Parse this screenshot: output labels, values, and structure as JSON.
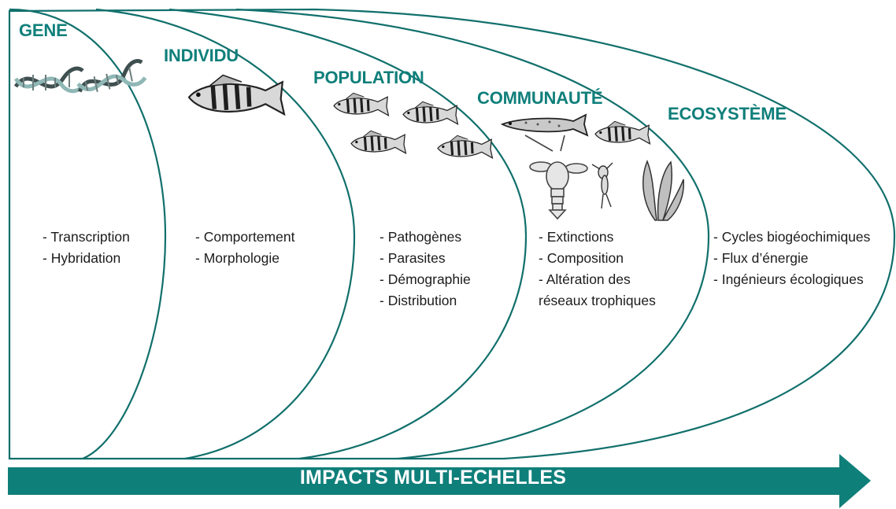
{
  "colors": {
    "accent": "#0f7f7a",
    "stroke": "#11706c",
    "text": "#1c1c1c",
    "arrow_text": "#ffffff"
  },
  "levels": [
    {
      "title": "GENE",
      "items": [
        "Transcription",
        "Hybridation"
      ],
      "illustration": "dna-double-helix"
    },
    {
      "title": "INDIVIDU",
      "items": [
        "Comportement",
        "Morphologie"
      ],
      "illustration": "perch-fish"
    },
    {
      "title": "POPULATION",
      "items": [
        "Pathogènes",
        "Parasites",
        "Démographie",
        "Distribution"
      ],
      "illustration": "perch-school"
    },
    {
      "title": "COMMUNAUTÉ",
      "items": [
        "Extinctions",
        "Composition",
        "Altération des"
      ],
      "continuation": "réseaux trophiques",
      "illustration": "pike-perch-crayfish-mayfly-plant"
    },
    {
      "title": "ECOSYSTÈME",
      "items": [
        "Cycles biogéochimiques",
        "Flux d’énergie",
        "Ingénieurs écologiques"
      ],
      "illustration": "none"
    }
  ],
  "arrow": {
    "label": "IMPACTS MULTI-ECHELLES",
    "direction": "right"
  }
}
